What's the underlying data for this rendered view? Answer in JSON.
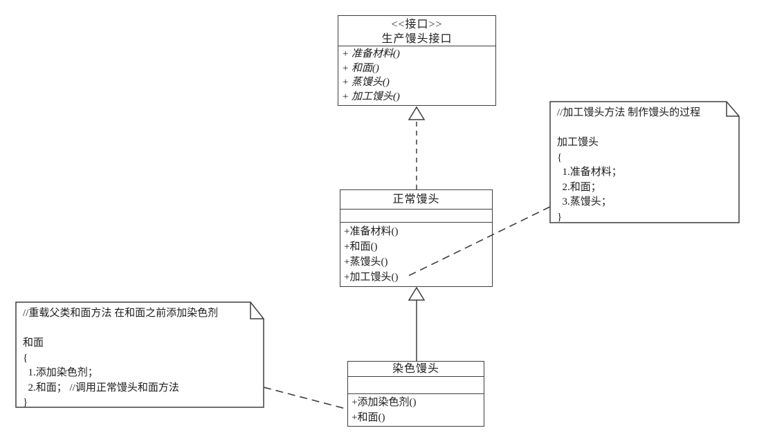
{
  "colors": {
    "background": "#ffffff",
    "line": "#3d3d3d",
    "text": "#1c1c1c",
    "triangle_fill": "#ffffff"
  },
  "interface_box": {
    "stereotype": "<<接口>>",
    "name": "生产馒头接口",
    "methods": [
      "+ 准备材料()",
      "+ 和面()",
      "+ 蒸馒头()",
      "+ 加工馒头()"
    ]
  },
  "normal_class": {
    "name": "正常馒头",
    "attributes": [],
    "methods": [
      "+准备材料()",
      "+和面()",
      "+蒸馒头()",
      "+加工馒头()"
    ]
  },
  "dyed_class": {
    "name": "染色馒头",
    "attributes": [],
    "methods": [
      "+添加染色剂()",
      "+和面()"
    ]
  },
  "note_process": {
    "lines": [
      "//加工馒头方法 制作馒头的过程",
      "",
      "加工馒头",
      "{",
      "  1.准备材料；",
      "  2.和面；",
      "  3.蒸馒头；",
      "}"
    ]
  },
  "note_override": {
    "lines": [
      "//重载父类和面方法 在和面之前添加染色剂",
      "",
      "和面",
      "{",
      "  1.添加染色剂；",
      "  2.和面； //调用正常馒头和面方法",
      "}"
    ]
  },
  "relations": [
    {
      "type": "realization",
      "from": "正常馒头",
      "to": "生产馒头接口",
      "line": "dashed-hollow-triangle"
    },
    {
      "type": "generalization",
      "from": "染色馒头",
      "to": "正常馒头",
      "line": "solid-hollow-triangle"
    },
    {
      "type": "note-link",
      "from": "note_process",
      "to": "正常馒头.加工馒头()",
      "line": "dashed"
    },
    {
      "type": "note-link",
      "from": "note_override",
      "to": "染色馒头",
      "line": "dashed"
    }
  ]
}
